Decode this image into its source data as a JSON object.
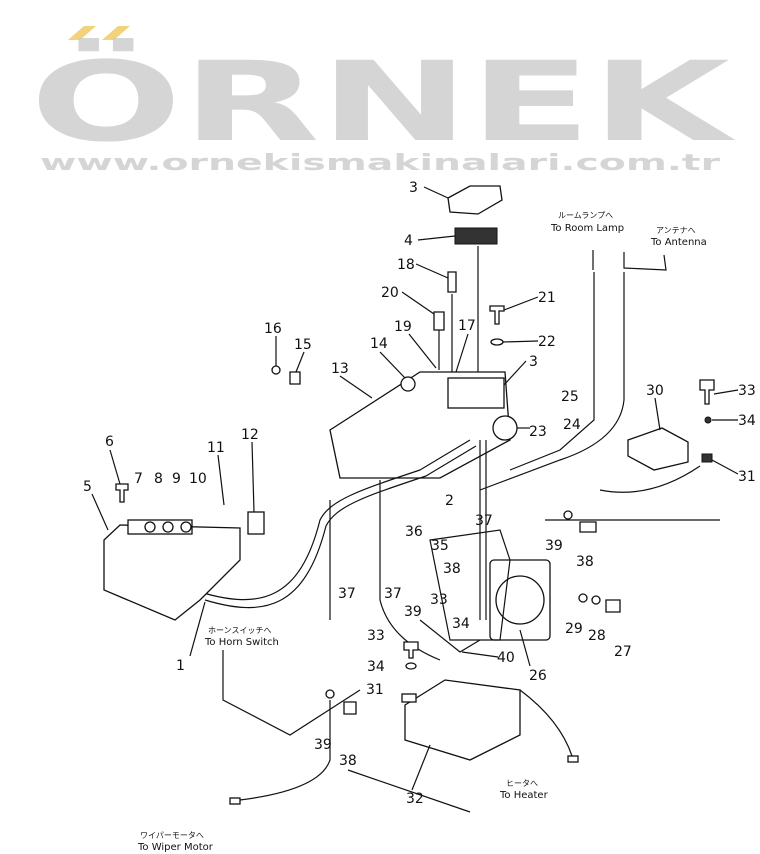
{
  "watermark": {
    "brand": "ÖRNEK",
    "url": "www.ornekismakinalari.com.tr",
    "accent_color": "#f2d27a"
  },
  "callouts": {
    "room_lamp": {
      "jp": "ルームランプへ",
      "en": "To Room Lamp"
    },
    "antenna": {
      "jp": "アンテナへ",
      "en": "To Antenna"
    },
    "horn_switch": {
      "jp": "ホーンスイッチへ",
      "en": "To Horn Switch"
    },
    "heater": {
      "jp": "ヒータへ",
      "en": "To Heater"
    },
    "wiper_motor": {
      "jp": "ワイパーモータへ",
      "en": "To Wiper Motor"
    }
  },
  "part_numbers": [
    "3",
    "4",
    "18",
    "20",
    "21",
    "19",
    "17",
    "22",
    "16",
    "15",
    "14",
    "13",
    "3",
    "25",
    "24",
    "23",
    "30",
    "33",
    "34",
    "31",
    "6",
    "11",
    "12",
    "5",
    "7",
    "8",
    "9",
    "10",
    "2",
    "36",
    "35",
    "37",
    "39",
    "38",
    "38",
    "37",
    "39",
    "33",
    "34",
    "37",
    "29",
    "28",
    "27",
    "40",
    "26",
    "33",
    "34",
    "31",
    "39",
    "38",
    "32",
    "1"
  ]
}
